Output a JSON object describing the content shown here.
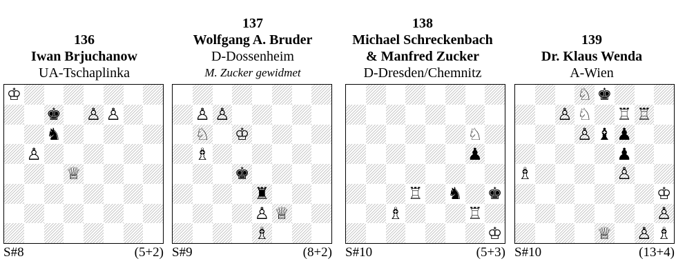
{
  "problems": [
    {
      "number": "136",
      "author": "Iwan Brjuchanow",
      "place": "UA-Tschaplinka",
      "stipulation": "S#8",
      "count": "(5+2)",
      "pieces": [
        {
          "sq": "a8",
          "p": "♔"
        },
        {
          "sq": "c7",
          "p": "♚"
        },
        {
          "sq": "e7",
          "p": "♙"
        },
        {
          "sq": "f7",
          "p": "♙"
        },
        {
          "sq": "c6",
          "p": "♞"
        },
        {
          "sq": "b5",
          "p": "♙"
        },
        {
          "sq": "d4",
          "p": "♕"
        }
      ]
    },
    {
      "number": "137",
      "author": "Wolfgang A. Bruder",
      "place": "D-Dossenheim",
      "dedication": "M. Zucker gewidmet",
      "stipulation": "S#9",
      "count": "(8+2)",
      "pieces": [
        {
          "sq": "b7",
          "p": "♙"
        },
        {
          "sq": "c7",
          "p": "♙"
        },
        {
          "sq": "b6",
          "p": "♘"
        },
        {
          "sq": "d6",
          "p": "♔"
        },
        {
          "sq": "b5",
          "p": "♗"
        },
        {
          "sq": "d4",
          "p": "♚"
        },
        {
          "sq": "e3",
          "p": "♜"
        },
        {
          "sq": "e2",
          "p": "♙"
        },
        {
          "sq": "f2",
          "p": "♕"
        },
        {
          "sq": "e1",
          "p": "♗"
        }
      ]
    },
    {
      "number": "138",
      "author_line1": "Michael Schreckenbach",
      "author_line2": "& Manfred Zucker",
      "place": "D-Dresden/Chemnitz",
      "stipulation": "S#10",
      "count": "(5+3)",
      "pieces": [
        {
          "sq": "g6",
          "p": "♘"
        },
        {
          "sq": "g5",
          "p": "♟"
        },
        {
          "sq": "d3",
          "p": "♖"
        },
        {
          "sq": "f3",
          "p": "♞"
        },
        {
          "sq": "h3",
          "p": "♚"
        },
        {
          "sq": "c2",
          "p": "♗"
        },
        {
          "sq": "g2",
          "p": "♖"
        },
        {
          "sq": "h1",
          "p": "♔"
        }
      ]
    },
    {
      "number": "139",
      "author": "Dr. Klaus Wenda",
      "place": "A-Wien",
      "stipulation": "S#10",
      "count": "(13+4)",
      "pieces": [
        {
          "sq": "d8",
          "p": "♘"
        },
        {
          "sq": "e8",
          "p": "♚"
        },
        {
          "sq": "c7",
          "p": "♙"
        },
        {
          "sq": "d7",
          "p": "♘"
        },
        {
          "sq": "f7",
          "p": "♖"
        },
        {
          "sq": "g7",
          "p": "♖"
        },
        {
          "sq": "d6",
          "p": "♙"
        },
        {
          "sq": "e6",
          "p": "♝"
        },
        {
          "sq": "f6",
          "p": "♟"
        },
        {
          "sq": "f5",
          "p": "♟"
        },
        {
          "sq": "a4",
          "p": "♗"
        },
        {
          "sq": "f4",
          "p": "♙"
        },
        {
          "sq": "h3",
          "p": "♔"
        },
        {
          "sq": "h2",
          "p": "♙"
        },
        {
          "sq": "e1",
          "p": "♕"
        },
        {
          "sq": "g1",
          "p": "♙"
        },
        {
          "sq": "h1",
          "p": "♗"
        }
      ]
    }
  ]
}
